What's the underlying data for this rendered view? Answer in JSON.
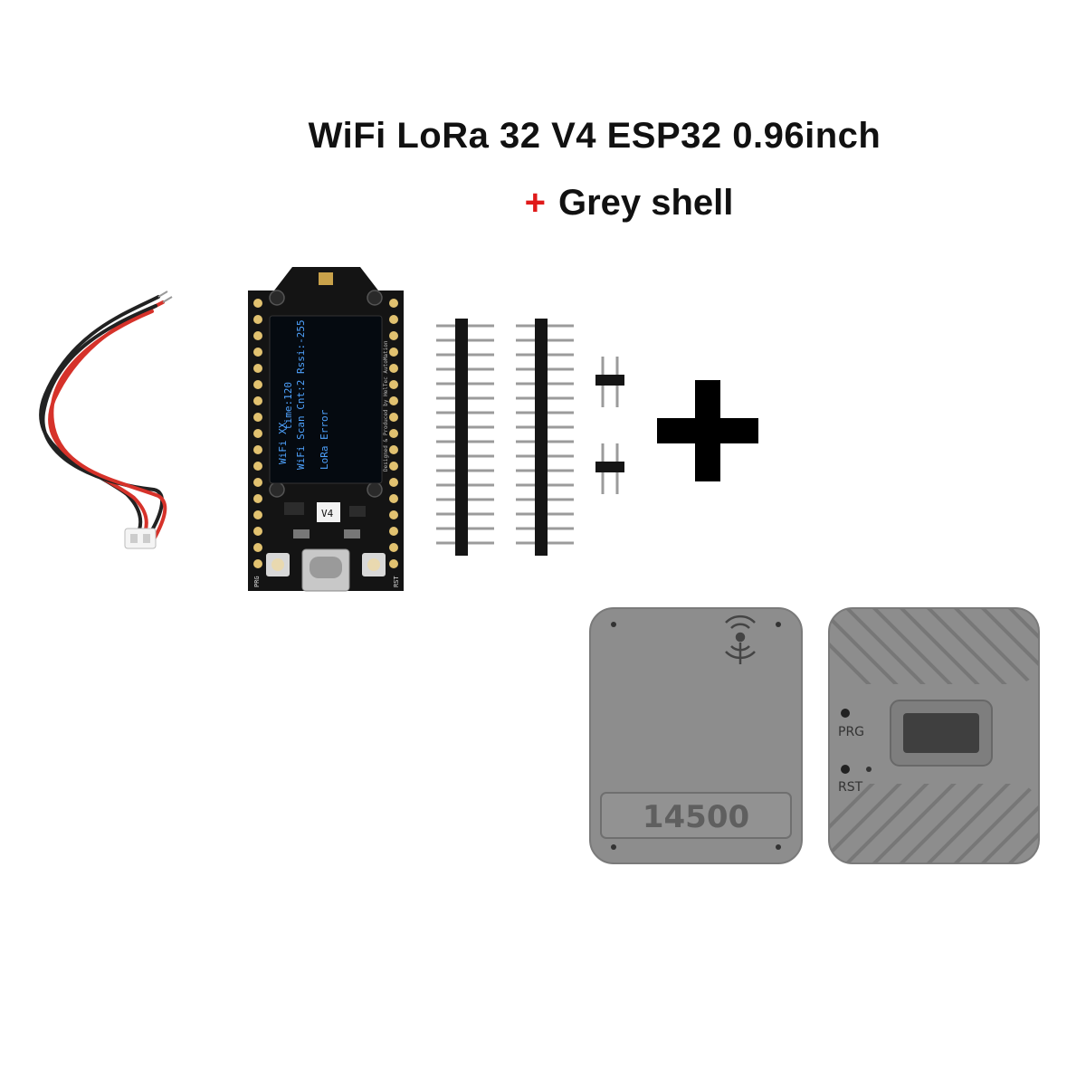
{
  "title": {
    "line1": "WiFi LoRa 32 V4 ESP32 0.96inch",
    "plus_symbol": "+",
    "line2": "Grey shell"
  },
  "board": {
    "oled_lines": [
      "time:120",
      "WiFi XX",
      "WiFi Scan Cnt:2 Rssi:-255",
      "LoRa Error"
    ],
    "version_label": "V4",
    "left_button_label": "PRG",
    "right_button_label": "RST",
    "side_print": "Designed & Produced by HelTec AutoMation"
  },
  "shell_front": {
    "battery_label": "14500",
    "icon": "antenna-signal-icon"
  },
  "shell_back": {
    "prg_label": "PRG",
    "rst_label": "RST"
  },
  "colors": {
    "pcb": "#141414",
    "gold_pad": "#e2c270",
    "shell_grey": "#8d8d8d",
    "wire_red": "#d6322a",
    "accent_red": "#e01a1a"
  }
}
